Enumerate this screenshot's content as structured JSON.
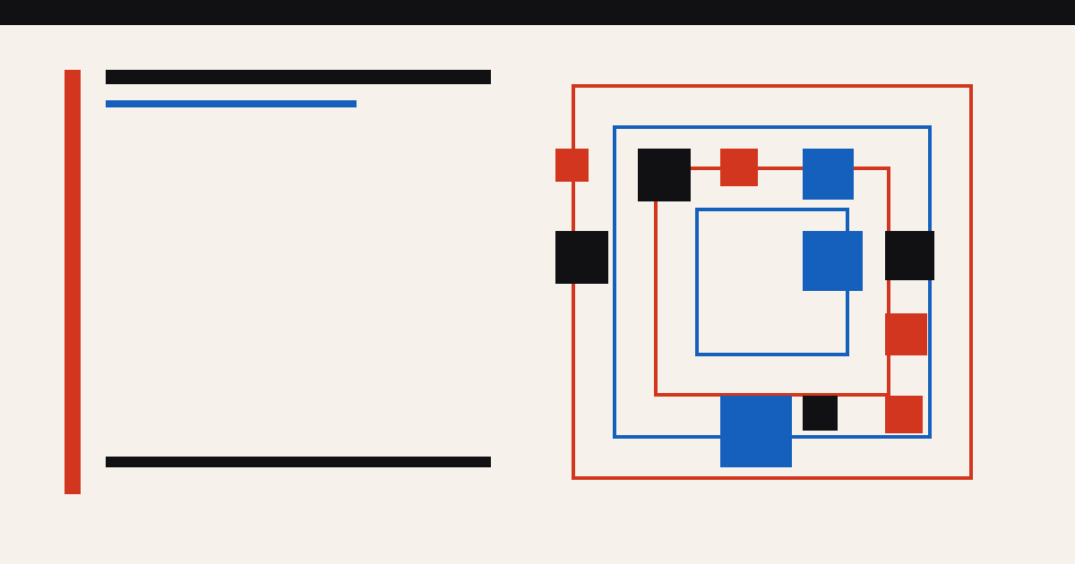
{
  "colors": {
    "background": "#f6f2eb",
    "black": "#111114",
    "red": "#d3361e",
    "blue": "#1560bd"
  },
  "decor": {
    "topbar_color": "black",
    "accent_rail_color": "red",
    "rule_top_color": "black",
    "rule_sub_color": "blue",
    "rule_bottom_color": "black"
  },
  "artwork": {
    "frames": [
      {
        "name": "outer-red-frame",
        "color": "red"
      },
      {
        "name": "second-blue-frame",
        "color": "blue"
      },
      {
        "name": "third-red-frame",
        "color": "red"
      },
      {
        "name": "inner-blue-frame",
        "color": "blue"
      }
    ],
    "blocks": [
      {
        "name": "red-square-left-top",
        "color": "red"
      },
      {
        "name": "black-square-top",
        "color": "black"
      },
      {
        "name": "red-square-top",
        "color": "red"
      },
      {
        "name": "blue-square-top",
        "color": "blue"
      },
      {
        "name": "black-square-left",
        "color": "black"
      },
      {
        "name": "blue-square-center",
        "color": "blue"
      },
      {
        "name": "black-square-right",
        "color": "black"
      },
      {
        "name": "red-square-right",
        "color": "red"
      },
      {
        "name": "blue-square-bottom",
        "color": "blue"
      },
      {
        "name": "black-square-bottom",
        "color": "black"
      },
      {
        "name": "red-square-bottom-right",
        "color": "red"
      }
    ]
  }
}
